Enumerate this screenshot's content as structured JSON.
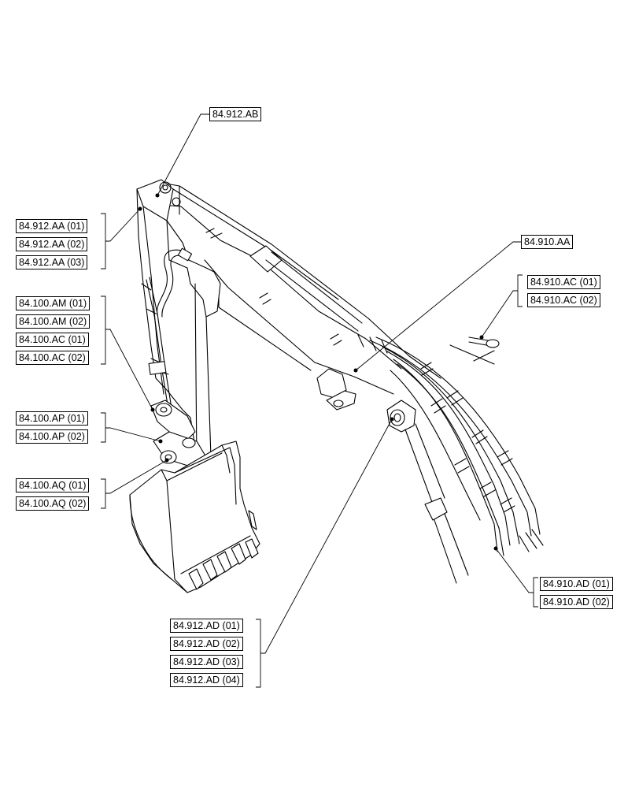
{
  "callouts": {
    "ab": "84.912.AB",
    "aa1": "84.912.AA (01)",
    "aa2": "84.912.AA (02)",
    "aa3": "84.912.AA (03)",
    "am1": "84.100.AM (01)",
    "am2": "84.100.AM (02)",
    "ac1": "84.100.AC (01)",
    "ac2": "84.100.AC (02)",
    "ap1": "84.100.AP (01)",
    "ap2": "84.100.AP (02)",
    "aq1": "84.100.AQ (01)",
    "aq2": "84.100.AQ (02)",
    "910aa": "84.910.AA",
    "910ac1": "84.910.AC (01)",
    "910ac2": "84.910.AC (02)",
    "910ad1": "84.910.AD (01)",
    "910ad2": "84.910.AD (02)",
    "912ad1": "84.912.AD (01)",
    "912ad2": "84.912.AD (02)",
    "912ad3": "84.912.AD (03)",
    "912ad4": "84.912.AD (04)"
  }
}
